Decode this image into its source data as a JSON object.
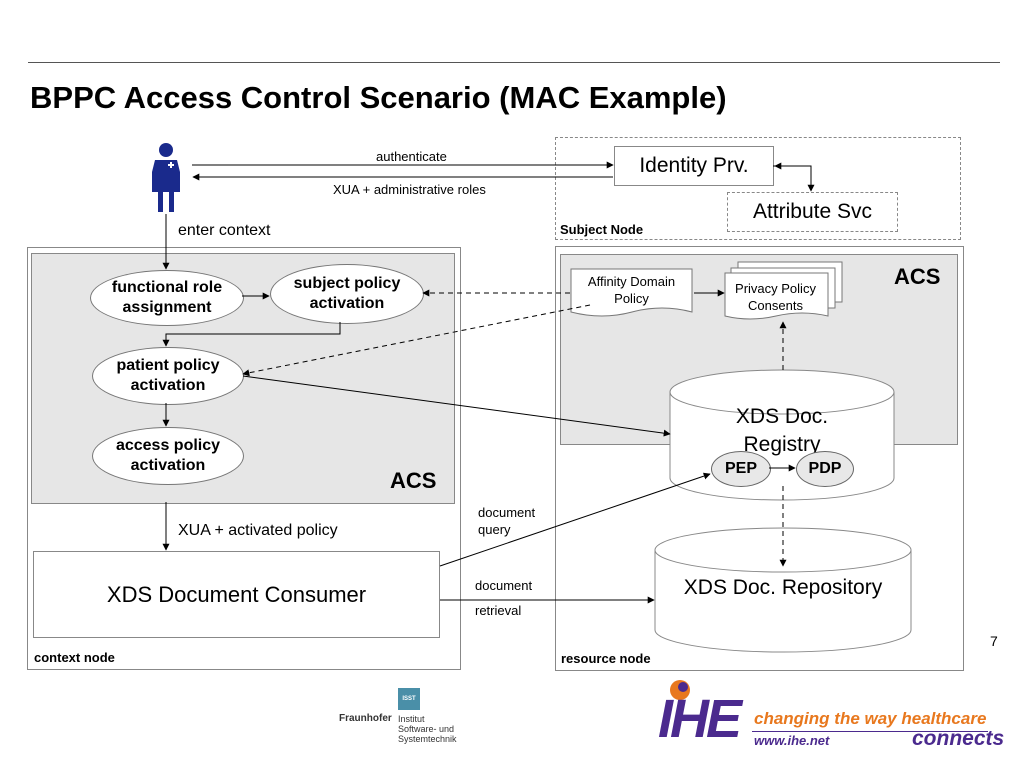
{
  "title": "BPPC Access Control  Scenario (MAC Example)",
  "page_number": "7",
  "labels": {
    "authenticate": "authenticate",
    "xua_roles": "XUA + administrative roles",
    "enter_context": "enter context",
    "xua_policy": "XUA + activated policy",
    "doc_query_1": "document",
    "doc_query_2": "query",
    "doc_retrieval_1": "document",
    "doc_retrieval_2": "retrieval",
    "subject_node": "Subject Node",
    "context_node": "context node",
    "resource_node": "resource node",
    "acs_left": "ACS",
    "acs_right": "ACS"
  },
  "nodes": {
    "identity_provider": "Identity Prv.",
    "attribute_service": "Attribute Svc",
    "functional_role_1": "functional role",
    "functional_role_2": "assignment",
    "subject_policy_1": "subject policy",
    "subject_policy_2": "activation",
    "patient_policy_1": "patient policy",
    "patient_policy_2": "activation",
    "access_policy_1": "access policy",
    "access_policy_2": "activation",
    "affinity_1": "Affinity Domain",
    "affinity_2": "Policy",
    "privacy_1": "Privacy Policy",
    "privacy_2": "Consents",
    "registry_1": "XDS Doc.",
    "registry_2": "Registry",
    "pep": "PEP",
    "pdp": "PDP",
    "repository": "XDS Doc. Repository",
    "consumer": "XDS Document Consumer"
  },
  "logos": {
    "fraunhofer": "Fraunhofer",
    "isst": "ISST",
    "institute_1": "Institut",
    "institute_2": "Software- und",
    "institute_3": "Systemtechnik",
    "ihe": "IHE",
    "tagline": "changing the way healthcare",
    "url": "www.ihe.net",
    "connects": "connects"
  },
  "colors": {
    "figure": "#1a2a8c",
    "ihe_purple": "#4b2a8e",
    "ihe_orange": "#e8781e",
    "acs_fill": "#e6e6e6"
  }
}
